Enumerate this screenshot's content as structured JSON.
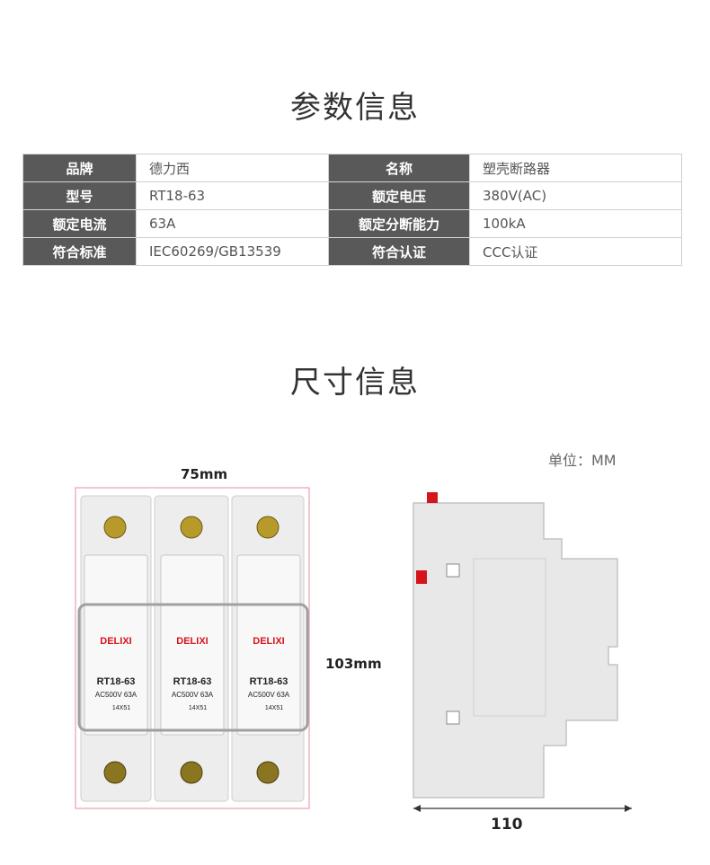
{
  "sections": {
    "params_title": "参数信息",
    "dims_title": "尺寸信息"
  },
  "specs": {
    "rows": [
      {
        "k1": "品牌",
        "v1": "德力西",
        "k2": "名称",
        "v2": "塑壳断路器"
      },
      {
        "k1": "型号",
        "v1": "RT18-63",
        "k2": "额定电压",
        "v2": "380V(AC)"
      },
      {
        "k1": "额定电流",
        "v1": "63A",
        "k2": "额定分断能力",
        "v2": "100kA"
      },
      {
        "k1": "符合标准",
        "v1": "IEC60269/GB13539",
        "k2": "符合认证",
        "v2": "CCC认证"
      }
    ]
  },
  "dimensions": {
    "unit": "单位：MM",
    "width_label": "75mm",
    "height_label": "103mm",
    "depth_label": "110"
  },
  "product_front": {
    "brand": "DELIXI",
    "model": "RT18-63",
    "rating": "AC500V  63A",
    "size": "14X51"
  },
  "colors": {
    "header_bg": "#595959",
    "brand_red": "#d6141b",
    "dim_line": "#e8a0a8"
  }
}
